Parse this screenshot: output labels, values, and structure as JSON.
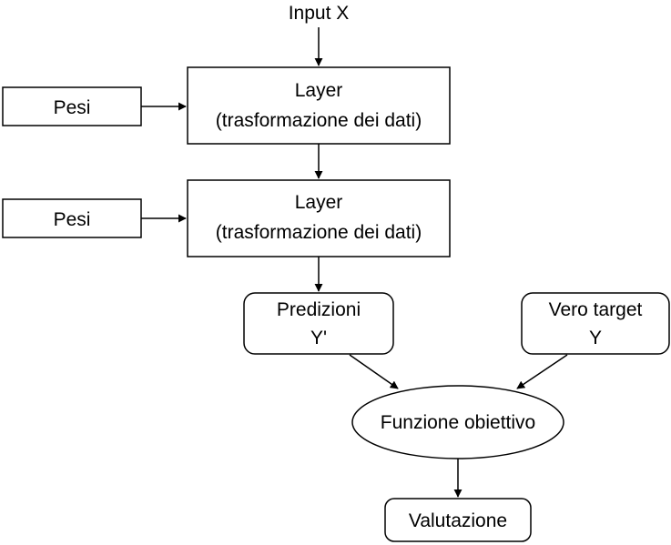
{
  "input_label": "Input X",
  "layers": [
    {
      "line1": "Layer",
      "line2": "(trasformazione dei dati)",
      "weights_label": "Pesi"
    },
    {
      "line1": "Layer",
      "line2": "(trasformazione dei dati)",
      "weights_label": "Pesi"
    }
  ],
  "predictions": {
    "line1": "Predizioni",
    "line2": "Y'"
  },
  "true_target": {
    "line1": "Vero target",
    "line2": "Y"
  },
  "objective_label": "Funzione obiettivo",
  "evaluation_label": "Valutazione"
}
